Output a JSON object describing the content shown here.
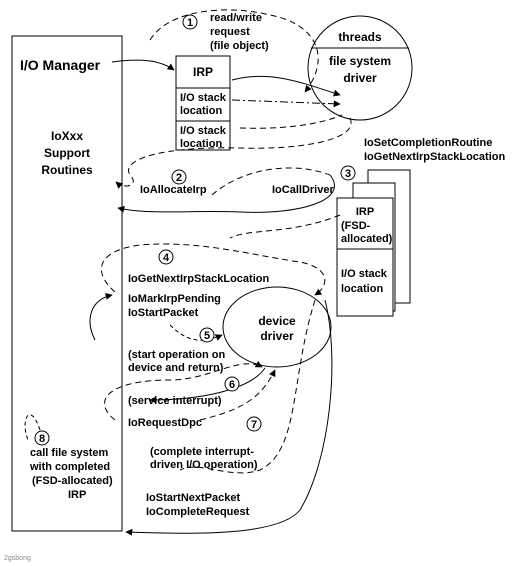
{
  "io_manager": {
    "title": "I/O Manager",
    "support_lines": [
      "IoXxx",
      "Support",
      "Routines"
    ],
    "completion_lines": [
      "call file system",
      "with completed",
      "(FSD-allocated)",
      "IRP"
    ]
  },
  "irp": {
    "title": "IRP",
    "stack_lines": [
      "I/O stack",
      "location"
    ]
  },
  "fsd": {
    "threads": "threads",
    "driver_lines": [
      "file system",
      "driver"
    ]
  },
  "fsd_irp": {
    "title_lines": [
      "IRP",
      "(FSD-",
      "allocated)"
    ],
    "stack_lines": [
      "I/O stack",
      "location"
    ]
  },
  "device_driver": {
    "lines": [
      "device",
      "driver"
    ]
  },
  "steps": {
    "s1": {
      "num": "1",
      "lines": [
        "read/write",
        "request",
        "(file object)"
      ]
    },
    "s2": {
      "num": "2",
      "label": "IoAllocateIrp"
    },
    "call_driver": "IoCallDriver",
    "s3": {
      "num": "3",
      "lines": [
        "IoSetCompletionRoutine",
        "IoGetNextIrpStackLocation"
      ]
    },
    "s4": {
      "num": "4",
      "lines": [
        "IoGetNextIrpStackLocation",
        "IoMarkIrpPending",
        "IoStartPacket"
      ]
    },
    "s5": {
      "num": "5",
      "lines": [
        "(start operation on",
        "device and return)"
      ]
    },
    "s6": {
      "num": "6",
      "label": "(service interrupt)"
    },
    "request_dpc": "IoRequestDpc",
    "s7": {
      "num": "7",
      "lines": [
        "(complete interrupt-",
        "driven I/O operation)"
      ]
    },
    "s8": {
      "num": "8"
    },
    "final_lines": [
      "IoStartNextPacket",
      "IoCompleteRequest"
    ]
  },
  "watermark": "2gsbong"
}
